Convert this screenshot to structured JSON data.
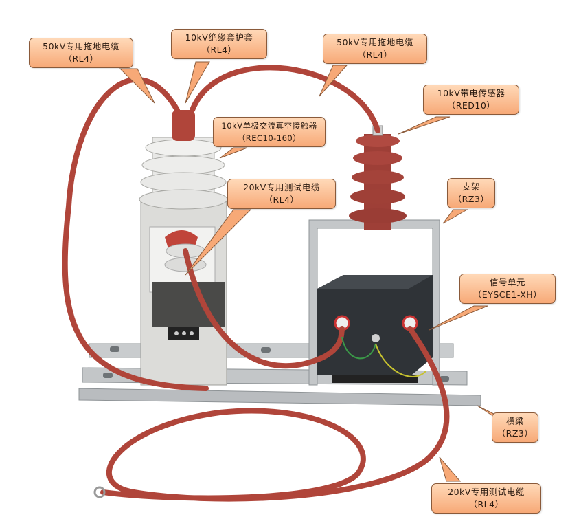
{
  "colors": {
    "callout_fill": "#f7a977",
    "callout_border": "#8a5a3a",
    "cable": "#b0453a",
    "insulator_grey": "#e2e2e0",
    "insulator_red": "#a4433a",
    "signal_box": "#2f3337",
    "frame_metal": "#bfc2c4"
  },
  "callouts": [
    {
      "name": "cable-50kv-left",
      "line1": "50kV专用拖地电缆",
      "line2": "（RL4）"
    },
    {
      "name": "sleeve-10kv",
      "line1": "10kV绝缘套护套",
      "line2": "（RL4）"
    },
    {
      "name": "cable-50kv-right",
      "line1": "50kV专用拖地电缆",
      "line2": "（RL4）"
    },
    {
      "name": "sensor-10kv",
      "line1": "10kV带电传感器",
      "line2": "（RED10）"
    },
    {
      "name": "vacuum-contactor",
      "line1": "10kV单极交流真空接触器",
      "line2": "（REC10-160）"
    },
    {
      "name": "test-cable-20kv-top",
      "line1": "20kV专用测试电缆",
      "line2": "（RL4）"
    },
    {
      "name": "bracket",
      "line1": "支架",
      "line2": "（RZ3）"
    },
    {
      "name": "signal-unit",
      "line1": "信号单元",
      "line2": "（EYSCE1-XH）"
    },
    {
      "name": "crossbeam",
      "line1": "横梁",
      "line2": "（RZ3）"
    },
    {
      "name": "test-cable-20kv-bottom",
      "line1": "20kV专用测试电缆",
      "line2": "（RL4）"
    }
  ]
}
